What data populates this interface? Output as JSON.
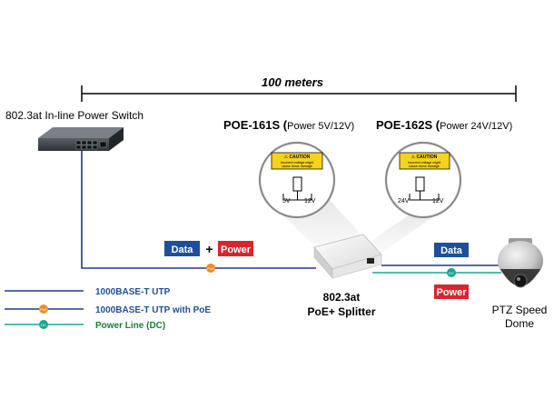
{
  "distance": {
    "label": "100 meters"
  },
  "switch": {
    "label": "802.3at In-line Power Switch"
  },
  "models": [
    {
      "name": "POE-161S",
      "paren_open": "(",
      "power_word": "Power",
      "voltages": "5V/12V)",
      "caution_title": "CAUTION",
      "caution_line1": "Incorrect voltage might",
      "caution_line2": "cause dome damage",
      "left_volt": "5V",
      "right_volt": "12V"
    },
    {
      "name": "POE-162S",
      "paren_open": "(",
      "power_word": "Power",
      "voltages": "24V/12V)",
      "caution_title": "CAUTION",
      "caution_line1": "Incorrect voltage might",
      "caution_line2": "cause dome damage",
      "left_volt": "24V",
      "right_volt": "12V"
    }
  ],
  "labels": {
    "data": "Data",
    "plus": "+",
    "power_left": "Po",
    "power_mid": "w",
    "power_right": "er",
    "poe_dot": "PoE",
    "dc_dot": "DC"
  },
  "splitter": {
    "line1": "802.3at",
    "line2": "PoE+ Splitter"
  },
  "camera": {
    "line1": "PTZ Speed",
    "line2": "Dome"
  },
  "legend": [
    {
      "label": "1000BASE-T UTP",
      "marker": ""
    },
    {
      "label": "1000BASE-T UTP with PoE",
      "marker": "PoE"
    },
    {
      "label": "Power Line (DC)",
      "marker": "DC"
    }
  ],
  "colors": {
    "utp_line": "#1e3a8a",
    "dc_line": "#1aa58e",
    "poe_dot": "#f28c1e",
    "data_box": "#1d4f9c",
    "power_box": "#d9262c",
    "legend_text": "#1f4e9c",
    "legend_dc_text": "#1b7f3a",
    "caution_yellow": "#f6d21a"
  }
}
